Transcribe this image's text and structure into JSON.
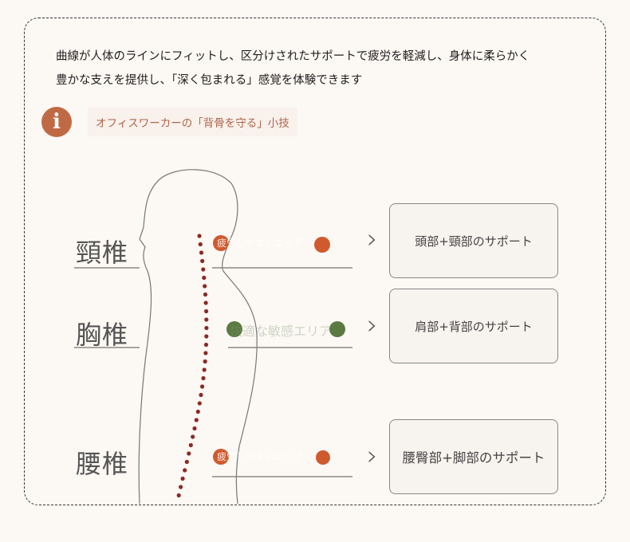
{
  "intro": {
    "line1": "曲線が人体のラインにフィットし、区分けされたサポートで疲労を軽減し、身体に柔らかく",
    "line2": "豊かな支えを提供し、「深く包まれる」感覚を体験できます"
  },
  "tip": {
    "icon": "info-icon",
    "glyph": "i",
    "label": "オフィスワーカーの「背骨を守る」小技"
  },
  "rows": [
    {
      "vertebra": "頸椎",
      "area": "疲労しやすいエリア",
      "support": "頭部+頸部のサポート",
      "dot_color": "#cf5a2e"
    },
    {
      "vertebra": "胸椎",
      "area": "快適な敏感エリア",
      "support": "肩部+背部のサポート",
      "dot_color": "#5b7a42"
    },
    {
      "vertebra": "腰椎",
      "area": "疲労しやすいエリア",
      "support": "腰臀部+脚部のサポート",
      "dot_color": "#cf5a2e"
    }
  ],
  "chevron": "›",
  "colors": {
    "accent": "#c06a45",
    "spine": "#8b2a22",
    "background": "#fcf8f4"
  }
}
